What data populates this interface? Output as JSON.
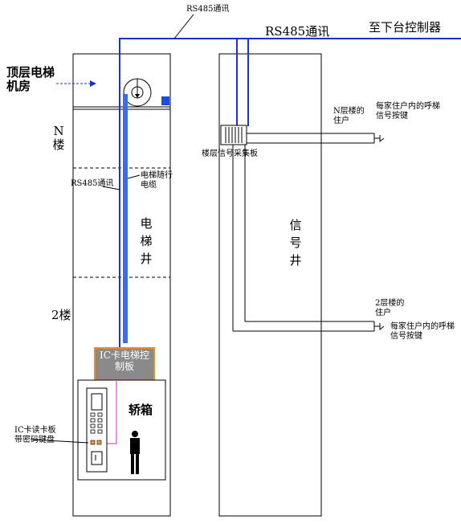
{
  "labels": {
    "rs485_top": "RS485通讯",
    "rs485_right": "RS485通讯",
    "to_next_controller": "至下台控制器",
    "machine_room": "顶层电梯机房",
    "floor_n": "N楼",
    "floor_2": "2楼",
    "rs485_shaft": "RS485通讯",
    "traveling_cable": "电梯随行电缆",
    "elevator_shaft": "电梯井",
    "signal_shaft": "信号井",
    "collector_board": "楼层信号采集板",
    "n_floor_residents": "N层楼的住户",
    "n_floor_buttons": "每家住户内的呼梯信号按键",
    "floor2_residents": "2层楼的住户",
    "floor2_buttons": "每家住户内的呼梯信号按键",
    "ic_controller": "IC卡电梯控制板",
    "car": "轿箱",
    "ic_reader": "IC卡读卡板带密码键盘"
  },
  "colors": {
    "bus_line": "#1a33cc",
    "cable": "#3d6ee0",
    "controller_fill": "#8a8a8a",
    "controller_border": "#e0902a",
    "reader_link": "#e070c8",
    "device": "#1e4fd0"
  },
  "icons": [
    "pulley-icon",
    "person-icon",
    "keypad-icon",
    "arrow-right-icon"
  ]
}
